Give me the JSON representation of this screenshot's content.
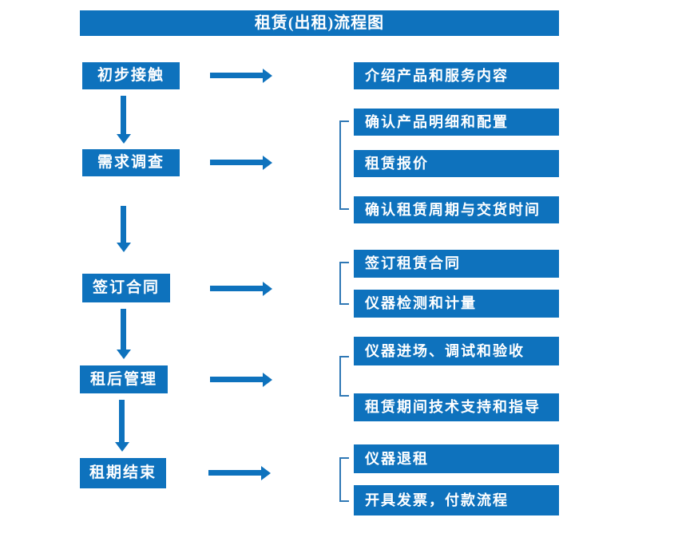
{
  "title": "租赁(出租)流程图",
  "colors": {
    "primary": "#0e72bd",
    "bracket": "#2f78b5",
    "text": "#ffffff",
    "background": "#ffffff"
  },
  "stages": [
    {
      "label": "初步接触",
      "details": [
        "介绍产品和服务内容"
      ]
    },
    {
      "label": "需求调查",
      "details": [
        "确认产品明细和配置",
        "租赁报价",
        "确认租赁周期与交货时间"
      ]
    },
    {
      "label": "签订合同",
      "details": [
        "签订租赁合同",
        "仪器检测和计量"
      ]
    },
    {
      "label": "租后管理",
      "details": [
        "仪器进场、调试和验收",
        "租赁期间技术支持和指导"
      ]
    },
    {
      "label": "租期结束",
      "details": [
        "仪器退租",
        "开具发票，付款流程"
      ]
    }
  ]
}
